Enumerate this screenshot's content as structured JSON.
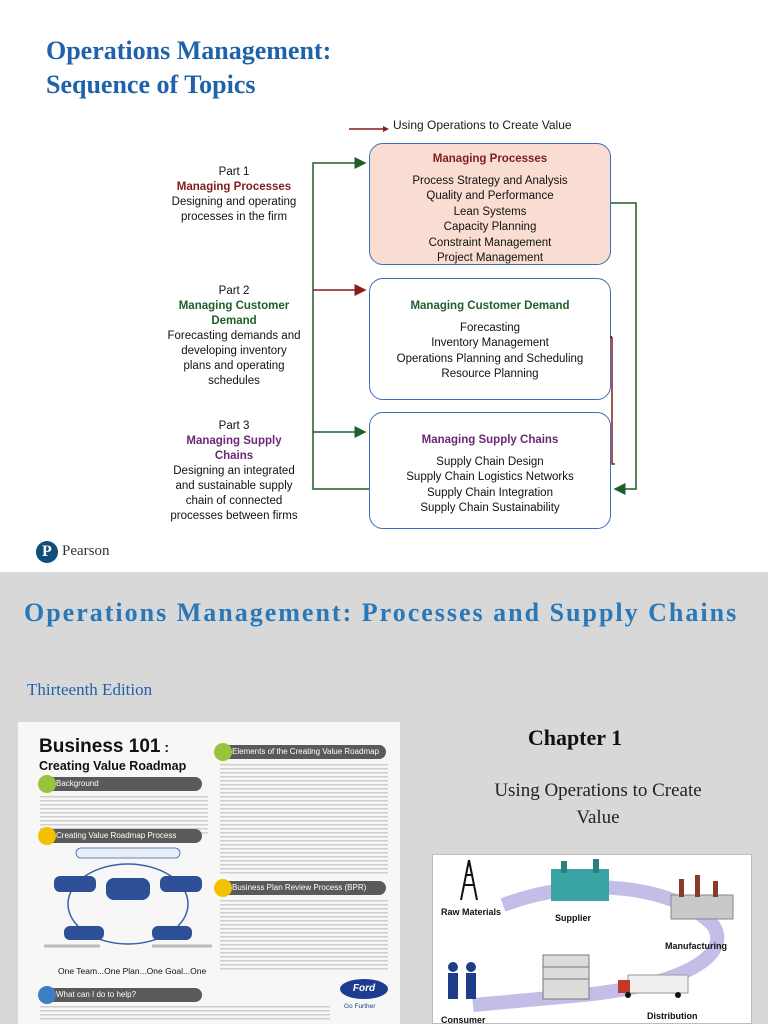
{
  "slide1": {
    "title_line1": "Operations Management:",
    "title_line2": "Sequence of Topics",
    "legend": "Using Operations to Create Value",
    "parts": [
      {
        "number": "Part 1",
        "name": "Managing Processes",
        "description": "Designing and operating processes in the firm"
      },
      {
        "number": "Part 2",
        "name": "Managing Customer Demand",
        "description": "Forecasting demands and developing inventory plans and operating schedules"
      },
      {
        "number": "Part 3",
        "name": "Managing Supply Chains",
        "description": "Designing an integrated and sustainable supply chain of connected processes between firms"
      }
    ],
    "boxes": [
      {
        "title": "Managing Processes",
        "items": [
          "Process Strategy and Analysis",
          "Quality and Performance",
          "Lean Systems",
          "Capacity Planning",
          "Constraint Management",
          "Project Management"
        ]
      },
      {
        "title": "Managing Customer Demand",
        "items": [
          "Forecasting",
          "Inventory Management",
          "Operations Planning and Scheduling",
          "Resource Planning"
        ]
      },
      {
        "title": "Managing Supply Chains",
        "items": [
          "Supply Chain Design",
          "Supply Chain Logistics Networks",
          "Supply Chain Integration",
          "Supply Chain Sustainability"
        ]
      }
    ],
    "publisher": "Pearson",
    "colors": {
      "title": "#1f62ab",
      "box_border": "#3b6fb8",
      "box1_fill": "#f9ddd2",
      "arrow_red": "#8b1a1a",
      "arrow_green": "#1f5f2a"
    }
  },
  "slide2": {
    "title": "Operations Management: Processes and Supply Chains",
    "edition": "Thirteenth Edition",
    "chapter": "Chapter 1",
    "chapter_title": "Using Operations to Create Value",
    "poster": {
      "title": "Business 101",
      "title_suffix": ":",
      "subtitle": "Creating Value Roadmap",
      "sections": [
        "Background",
        "Elements of the Creating Value Roadmap",
        "Creating Value Roadmap Process",
        "Business Plan Review Process (BPR)",
        "What can I do to help?"
      ],
      "footer": "One Team...One Plan...One Goal...One",
      "brand": "Ford",
      "tagline": "Go Further"
    },
    "supply_chain_labels": [
      "Raw Materials",
      "Supplier",
      "Manufacturing",
      "Distribution",
      "Consumer"
    ],
    "colors": {
      "background": "#d8d8d8",
      "title": "#2a78b8"
    }
  }
}
